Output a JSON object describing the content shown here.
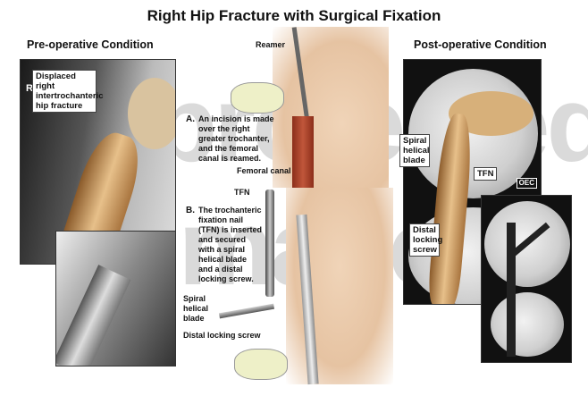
{
  "title": "Right Hip Fracture with Surgical Fixation",
  "pre_op": {
    "heading": "Pre-operative Condition",
    "fracture_label": "Displaced right intertrochanteric hip fracture",
    "side_marker": "R"
  },
  "procedure": {
    "reamer_label": "Reamer",
    "step_a": {
      "letter": "A.",
      "text": "An incision is made over the right greater trochanter, and the femoral canal is reamed."
    },
    "femoral_canal_label": "Femoral canal",
    "tfn_label": "TFN",
    "step_b": {
      "letter": "B.",
      "text": "The trochanteric fixation nail (TFN) is inserted and secured with a spiral helical blade and a distal locking screw."
    },
    "spiral_blade_label": "Spiral helical blade",
    "distal_screw_label": "Distal locking screw"
  },
  "post_op": {
    "heading": "Post-operative Condition",
    "spiral_blade_label": "Spiral helical blade",
    "tfn_label": "TFN",
    "distal_screw_label": "Distal locking screw",
    "brand": "OEC"
  },
  "watermark": "protected images"
}
